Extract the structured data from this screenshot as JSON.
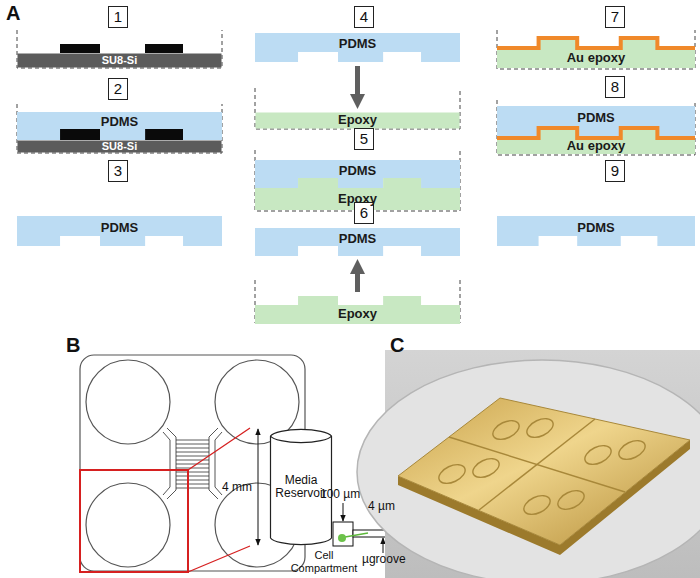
{
  "diagram": {
    "nodes": [
      {
        "text": [
          "1"
        ]
      },
      {
        "text": [
          "SU8-Si"
        ]
      },
      {
        "text": [
          "2"
        ]
      },
      {
        "text": [
          "PDMS"
        ]
      },
      {
        "text": [
          "SU8-Si"
        ]
      },
      {
        "text": [
          "3"
        ]
      },
      {
        "text": [
          "PDMS"
        ]
      },
      {
        "text": [
          "4"
        ]
      },
      {
        "text": [
          "PDMS"
        ]
      },
      {
        "text": [
          "Epoxy"
        ]
      },
      {
        "text": [
          "5"
        ]
      },
      {
        "text": [
          "PDMS"
        ]
      },
      {
        "text": [
          "Epoxy"
        ]
      },
      {
        "text": [
          "6"
        ]
      },
      {
        "text": [
          "PDMS"
        ]
      },
      {
        "text": [
          "Epoxy"
        ]
      },
      {
        "text": [
          "7"
        ]
      },
      {
        "text": [
          "Au epoxy"
        ]
      },
      {
        "text": [
          "8"
        ]
      },
      {
        "text": [
          "PDMS"
        ]
      },
      {
        "text": [
          "Au epoxy"
        ]
      },
      {
        "text": [
          "9"
        ]
      },
      {
        "text": [
          "PDMS"
        ]
      },
      {
        "text": [
          "Media Reservoir"
        ]
      }
    ],
    "edges": [
      {
        "from": 8,
        "to": 9,
        "arrow": "to"
      },
      {
        "from": 15,
        "to": 14,
        "arrow": "to"
      }
    ],
    "labels": [
      "A",
      "B",
      "C",
      "4 mm",
      "100 µm",
      "4 µm",
      "Cell Compartment",
      "µgroove"
    ]
  }
}
